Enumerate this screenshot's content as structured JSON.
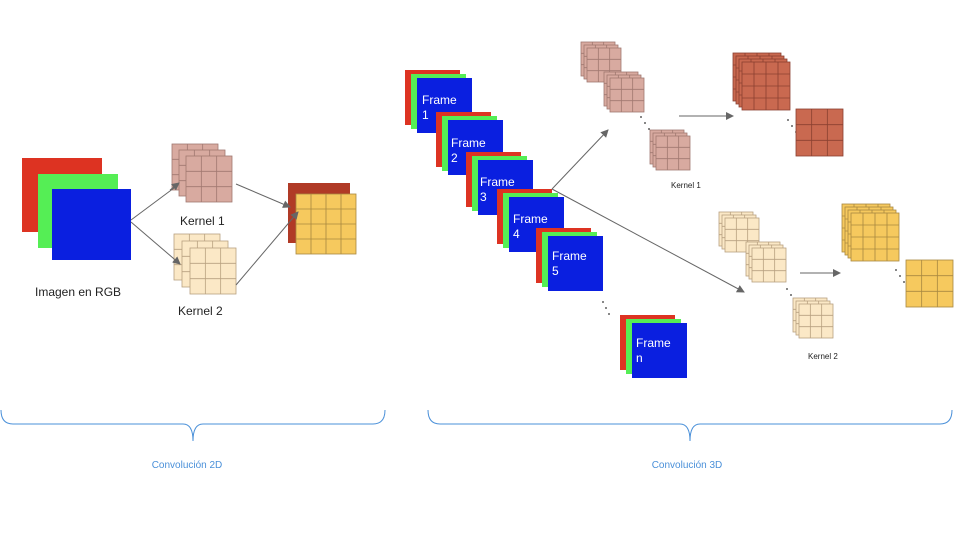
{
  "left": {
    "rgb_label": "Imagen en RGB",
    "kernel1_label": "Kernel 1",
    "kernel2_label": "Kernel 2",
    "section_label": "Convolución 2D"
  },
  "right": {
    "frames": [
      {
        "line1": "Frame",
        "line2": "1"
      },
      {
        "line1": "Frame",
        "line2": "2"
      },
      {
        "line1": "Frame",
        "line2": "3"
      },
      {
        "line1": "Frame",
        "line2": "4"
      },
      {
        "line1": "Frame",
        "line2": "5"
      },
      {
        "line1": "Frame",
        "line2": "n"
      }
    ],
    "kernel1_label": "Kernel 1",
    "kernel2_label": "Kernel 2",
    "section_label": "Convolución 3D"
  },
  "colors": {
    "red": "#dd3322",
    "green": "#55ee55",
    "blue": "#0a1fe0",
    "kernel_pink": "#d8aaa0",
    "kernel_pink_line": "#a07870",
    "kernel_cream": "#fbe8c6",
    "kernel_cream_line": "#b8a080",
    "output_dark_red": "#b03a26",
    "output_terracotta": "#c96950",
    "output_yellow": "#f6c95e",
    "arrow": "#666666",
    "brace": "#4a90d9"
  }
}
